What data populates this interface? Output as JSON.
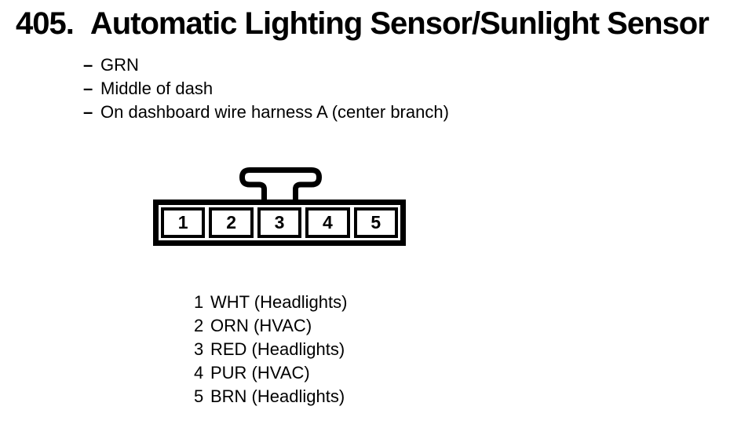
{
  "page": {
    "background_color": "#ffffff",
    "ink_color": "#000000"
  },
  "heading": {
    "number": "405.",
    "title": "Automatic Lighting Sensor/Sunlight Sensor"
  },
  "notes": {
    "bullet_char": "–",
    "items": [
      "GRN",
      "Middle of dash",
      "On dashboard wire harness A (center branch)"
    ]
  },
  "connector": {
    "pins": [
      "1",
      "2",
      "3",
      "4",
      "5"
    ],
    "tab_icon": "locking-tab"
  },
  "pinout": [
    {
      "pin": "1",
      "label": "WHT (Headlights)"
    },
    {
      "pin": "2",
      "label": "ORN (HVAC)"
    },
    {
      "pin": "3",
      "label": "RED (Headlights)"
    },
    {
      "pin": "4",
      "label": "PUR (HVAC)"
    },
    {
      "pin": "5",
      "label": "BRN (Headlights)"
    }
  ]
}
